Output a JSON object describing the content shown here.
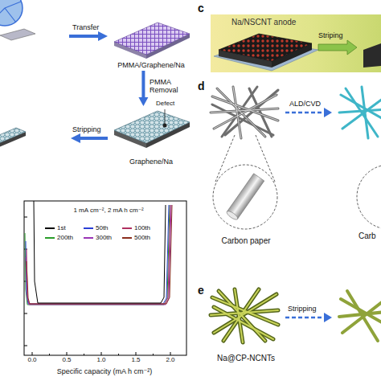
{
  "diagram": {
    "nodes": [
      {
        "text": [
          "PMMA/Graphene/Na"
        ]
      },
      {
        "text": [
          "Graphene/Na"
        ]
      },
      {
        "text": [
          "Na/NSCNT anode"
        ]
      },
      {
        "text": [
          "Carbon paper"
        ]
      },
      {
        "text": [
          "Na@CP-NCNTs"
        ]
      }
    ],
    "edges": [
      {
        "from": 0,
        "to": 1,
        "arrow": "to",
        "label": "PMMA Removal"
      }
    ],
    "labels": [
      "Transfer",
      "Defect",
      "Stripping",
      "1 mA cm⁻², 2 mA h cm⁻²",
      "0.0",
      "0.5",
      "1.0",
      "1.5",
      "2.0",
      "Specific capacity (mA h cm⁻²)",
      "c",
      "Striping",
      "d",
      "ALD/CVD",
      "Carb",
      "e",
      "Stripping"
    ],
    "legend": [
      {
        "text": "1st",
        "color": "#000000"
      },
      {
        "text": "50th",
        "color": "#2b3fd6"
      },
      {
        "text": "100th",
        "color": "#b03060"
      },
      {
        "text": "200th",
        "color": "#2a9d2a"
      },
      {
        "text": "300th",
        "color": "#9a35b5"
      },
      {
        "text": "500th",
        "color": "#8b2e1e"
      }
    ]
  }
}
